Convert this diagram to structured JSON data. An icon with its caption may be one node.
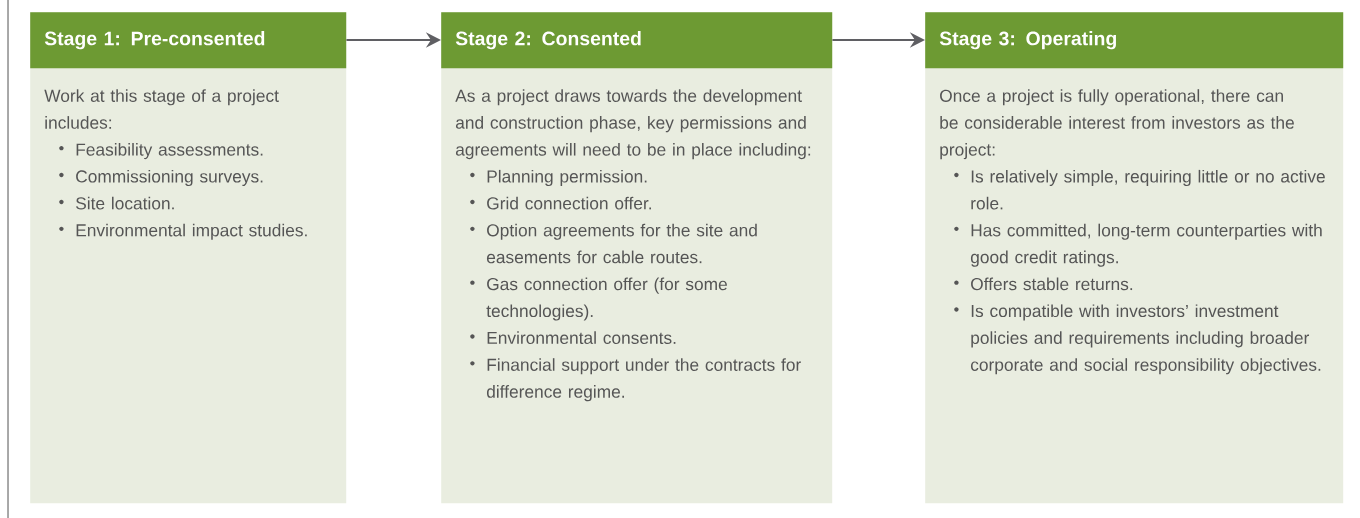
{
  "diagram": {
    "nodes": [
      {
        "text": [
          "Stage 1: Pre-consented",
          "Work at this stage of a project includes:",
          "Feasibility assessments.",
          "Commissioning surveys.",
          "Site location.",
          "Environmental impact studies."
        ]
      },
      {
        "text": [
          "Stage 2: Consented",
          "As a project draws towards the development and construction phase, key permissions and agreements will need to be in place including:",
          "Planning permission.",
          "Grid connection offer.",
          "Option agreements for the site and easements for cable routes.",
          "Gas connection offer (for some technologies).",
          "Environmental consents.",
          "Financial support under the contracts for difference regime."
        ]
      },
      {
        "text": [
          "Stage 3: Operating",
          "Once a project is fully operational, there can be considerable interest from investors as the project:",
          "Is relatively simple, requiring little or no active role.",
          "Has committed, long-term counterparties with good credit ratings.",
          "Offers stable returns.",
          "Is compatible with investors’ investment policies and requirements including broader corporate and social responsibility objectives."
        ]
      }
    ],
    "edges": [
      {
        "from": 0,
        "to": 1,
        "arrow": "to"
      },
      {
        "from": 1,
        "to": 2,
        "arrow": "to"
      }
    ]
  }
}
